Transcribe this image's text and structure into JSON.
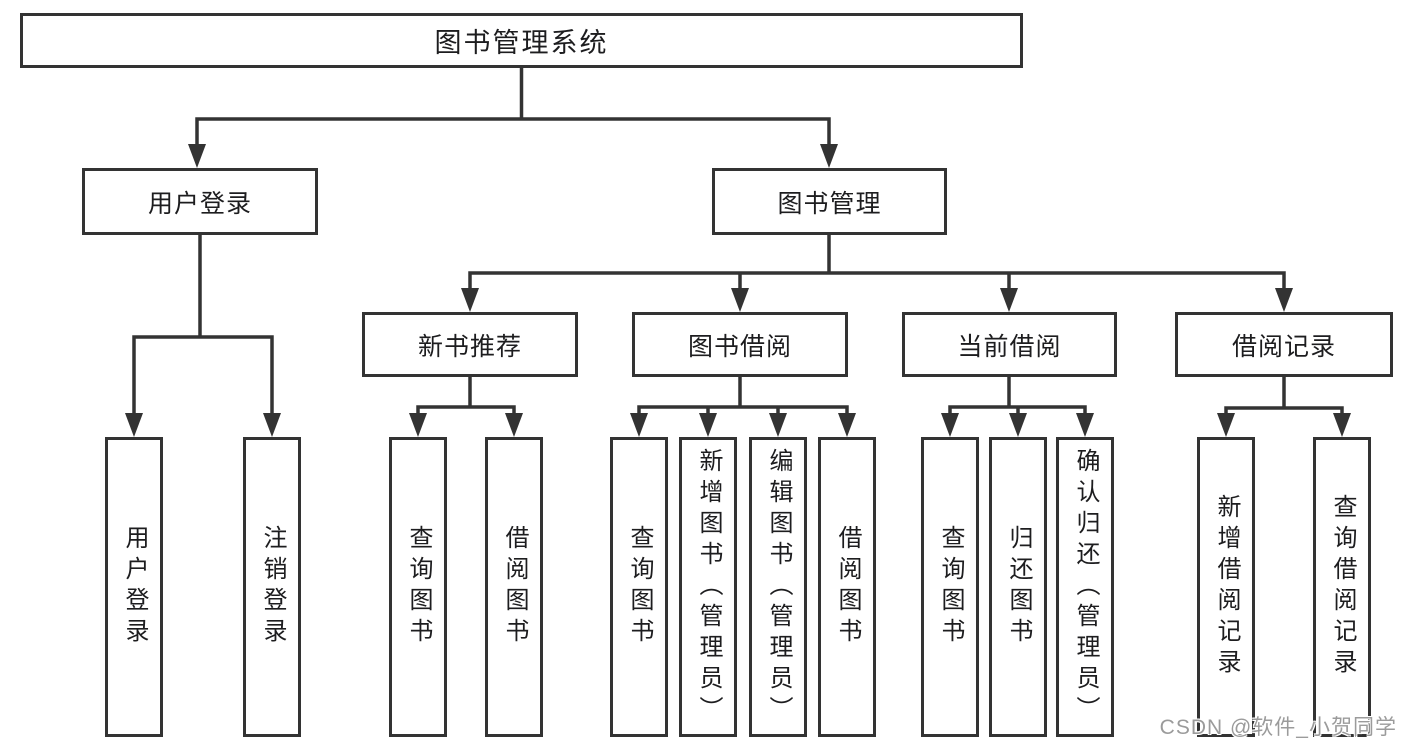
{
  "diagram": {
    "title": "图书管理系统",
    "root": {
      "label": "图书管理系统"
    },
    "level2": [
      {
        "label": "用户登录"
      },
      {
        "label": "图书管理"
      }
    ],
    "level3": [
      {
        "label": "新书推荐"
      },
      {
        "label": "图书借阅"
      },
      {
        "label": "当前借阅"
      },
      {
        "label": "借阅记录"
      }
    ],
    "leaves": {
      "user_login": [
        {
          "label": "用户登录"
        },
        {
          "label": "注销登录"
        }
      ],
      "new_book": [
        {
          "label": "查询图书"
        },
        {
          "label": "借阅图书"
        }
      ],
      "book_borrow": [
        {
          "label": "查询图书"
        },
        {
          "label": "新增图书（管理员）"
        },
        {
          "label": "编辑图书（管理员）"
        },
        {
          "label": "借阅图书"
        }
      ],
      "current_borrow": [
        {
          "label": "查询图书"
        },
        {
          "label": "归还图书"
        },
        {
          "label": "确认归还（管理员）"
        }
      ],
      "borrow_record": [
        {
          "label": "新增借阅记录"
        },
        {
          "label": "查询借阅记录"
        }
      ]
    }
  },
  "watermark": {
    "text": "CSDN @软件_小贺同学"
  },
  "colors": {
    "line": "#333333",
    "text": "#1d1d1f",
    "watermark": "#9b9b9b",
    "background": "#ffffff"
  }
}
